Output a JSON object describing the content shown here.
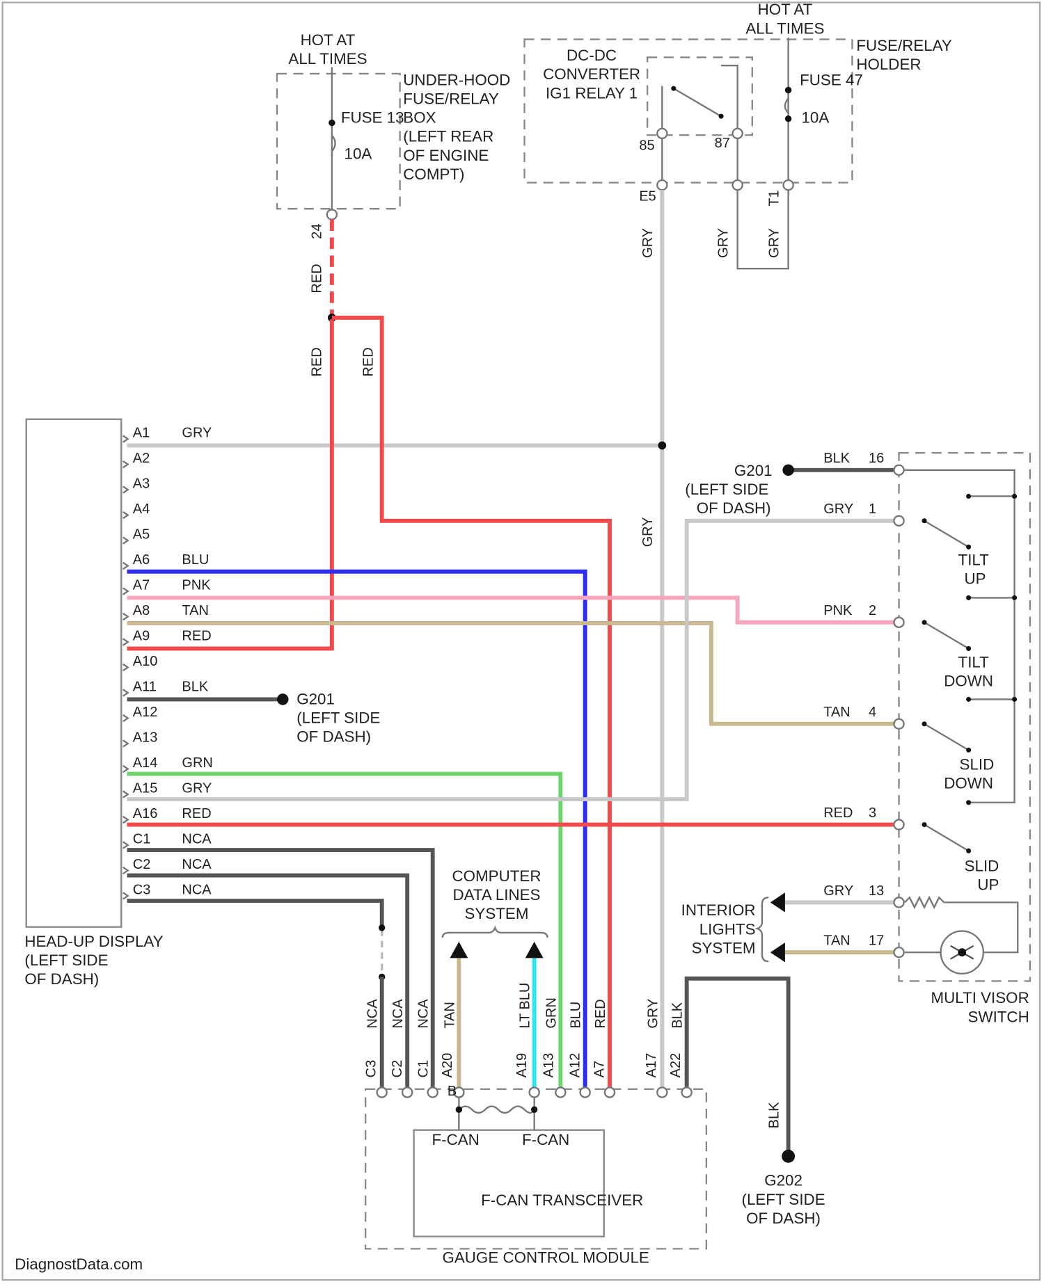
{
  "power": {
    "hot1": [
      "HOT AT",
      "ALL TIMES"
    ],
    "hot2": [
      "HOT AT",
      "ALL TIMES"
    ],
    "underhood_box": [
      "UNDER-HOOD",
      "FUSE/RELAY",
      "BOX",
      "(LEFT REAR",
      "OF ENGINE",
      "COMPT)"
    ],
    "fuse13": "FUSE 13",
    "fuse13_rating": "10A",
    "dcdc_relay": [
      "DC-DC",
      "CONVERTER",
      "IG1 RELAY 1"
    ],
    "fuse_holder": [
      "FUSE/RELAY",
      "HOLDER"
    ],
    "fuse47": "FUSE 47",
    "fuse47_rating": "10A",
    "relay_pin_a": "85",
    "relay_pin_b": "87",
    "term_e5": "E5",
    "term_t1": "T1",
    "term_24": "24",
    "gry": "GRY",
    "red": "RED"
  },
  "hud": {
    "title": [
      "HEAD-UP DISPLAY",
      "(LEFT SIDE",
      "OF DASH)"
    ],
    "pins": [
      "A1",
      "A2",
      "A3",
      "A4",
      "A5",
      "A6",
      "A7",
      "A8",
      "A9",
      "A10",
      "A11",
      "A12",
      "A13",
      "A14",
      "A15",
      "A16",
      "C1",
      "C2",
      "C3"
    ],
    "colors": {
      "A1": "GRY",
      "A6": "BLU",
      "A7": "PNK",
      "A8": "TAN",
      "A9": "RED",
      "A11": "BLK",
      "A14": "GRN",
      "A15": "GRY",
      "A16": "RED",
      "C1": "NCA",
      "C2": "NCA",
      "C3": "NCA"
    }
  },
  "grounds": {
    "g201_mid": [
      "G201",
      "(LEFT SIDE",
      "OF DASH)"
    ],
    "g201_top": [
      "G201",
      "(LEFT SIDE",
      "OF DASH)"
    ],
    "g202": [
      "G202",
      "(LEFT SIDE",
      "OF DASH)"
    ]
  },
  "multi_visor": {
    "title": [
      "MULTI VISOR",
      "SWITCH"
    ],
    "pins": [
      {
        "pin": "16",
        "wire": "BLK"
      },
      {
        "pin": "1",
        "wire": "GRY"
      },
      {
        "pin": "2",
        "wire": "PNK"
      },
      {
        "pin": "4",
        "wire": "TAN"
      },
      {
        "pin": "3",
        "wire": "RED"
      },
      {
        "pin": "13",
        "wire": "GRY"
      },
      {
        "pin": "17",
        "wire": "TAN"
      }
    ],
    "switches": [
      [
        "TILT",
        "UP"
      ],
      [
        "TILT",
        "DOWN"
      ],
      [
        "SLID",
        "DOWN"
      ],
      [
        "SLID",
        "UP"
      ]
    ],
    "interior": [
      "INTERIOR",
      "LIGHTS",
      "SYSTEM"
    ]
  },
  "gauge": {
    "title": "GAUGE CONTROL MODULE",
    "transceiver": "F-CAN TRANSCEIVER",
    "fcan_l": "F-CAN",
    "fcan_h": "F-CAN",
    "data_lines": [
      "COMPUTER",
      "DATA LINES",
      "SYSTEM"
    ],
    "pins": [
      "C3",
      "C2",
      "C1",
      "A20",
      "B",
      "A19",
      "A13",
      "A12",
      "A7",
      "A17",
      "A22"
    ],
    "wire_labels": [
      "NCA",
      "NCA",
      "NCA",
      "TAN",
      "LT BLU",
      "GRN",
      "BLU",
      "RED",
      "GRY",
      "BLK"
    ],
    "ground_wire": "BLK"
  },
  "footer": "DiagnostData.com",
  "colors": {
    "red": "#f24a4a",
    "blue": "#2d2df5",
    "pink": "#f7a7bd",
    "tan": "#c9b98f",
    "green": "#6fd26b",
    "gray": "#c8c8c8",
    "dark": "#555555",
    "cyan": "#2ee6f0"
  }
}
